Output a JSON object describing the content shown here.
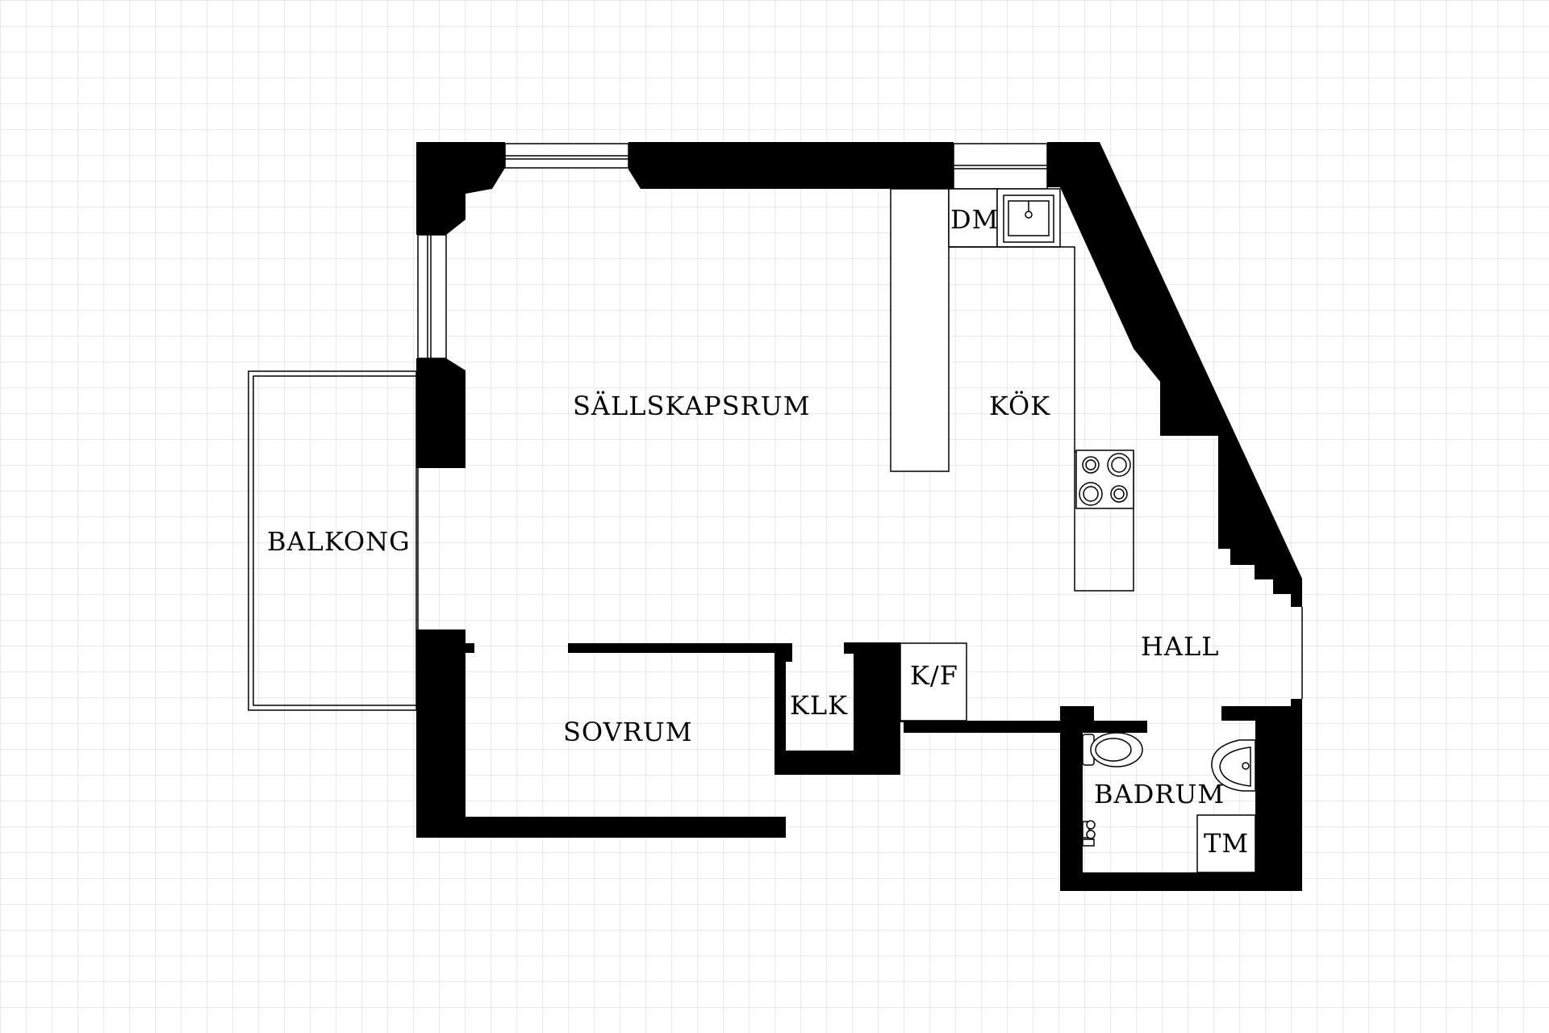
{
  "rooms": {
    "sallskapsrum": "SÄLLSKAPSRUM",
    "kok": "KÖK",
    "dm": "DM",
    "balkong": "BALKONG",
    "hall": "HALL",
    "kf": "K/F",
    "klk": "KLK",
    "sovrum": "SOVRUM",
    "badrum": "BADRUM",
    "tm": "TM"
  },
  "colors": {
    "wall": "#000000",
    "background": "#ffffff",
    "grid": "#e9e9e9"
  }
}
